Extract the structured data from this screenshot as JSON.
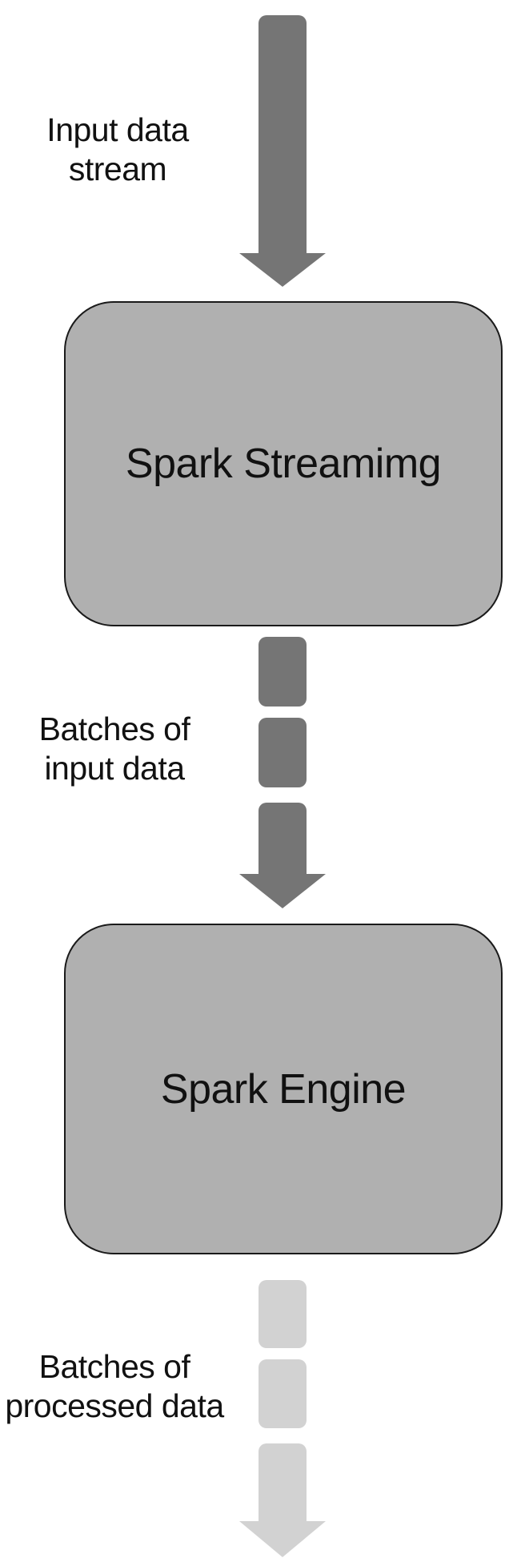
{
  "colors": {
    "background": "#ffffff",
    "arrow_dark": "#757575",
    "arrow_light": "#d2d2d2",
    "node_fill": "#b0b0b0",
    "node_border": "#1a1a1a",
    "text": "#111111"
  },
  "nodes": [
    {
      "id": "spark-streaming",
      "label": "Spark Streamimg"
    },
    {
      "id": "spark-engine",
      "label": "Spark Engine"
    }
  ],
  "labels": {
    "input_stream": [
      "Input data",
      "stream"
    ],
    "batches_input": [
      "Batches of",
      "input data"
    ],
    "batches_processed": [
      "Batches of",
      "processed data"
    ]
  },
  "arrows": [
    {
      "name": "input-stream-arrow",
      "style": "solid",
      "color": "#757575",
      "direction": "down",
      "from": "top",
      "to": "spark-streaming"
    },
    {
      "name": "batches-input-arrow",
      "style": "dashed",
      "color": "#757575",
      "direction": "down",
      "from": "spark-streaming",
      "to": "spark-engine"
    },
    {
      "name": "batches-processed-arrow",
      "style": "dashed",
      "color": "#d2d2d2",
      "direction": "down",
      "from": "spark-engine",
      "to": "bottom"
    }
  ]
}
